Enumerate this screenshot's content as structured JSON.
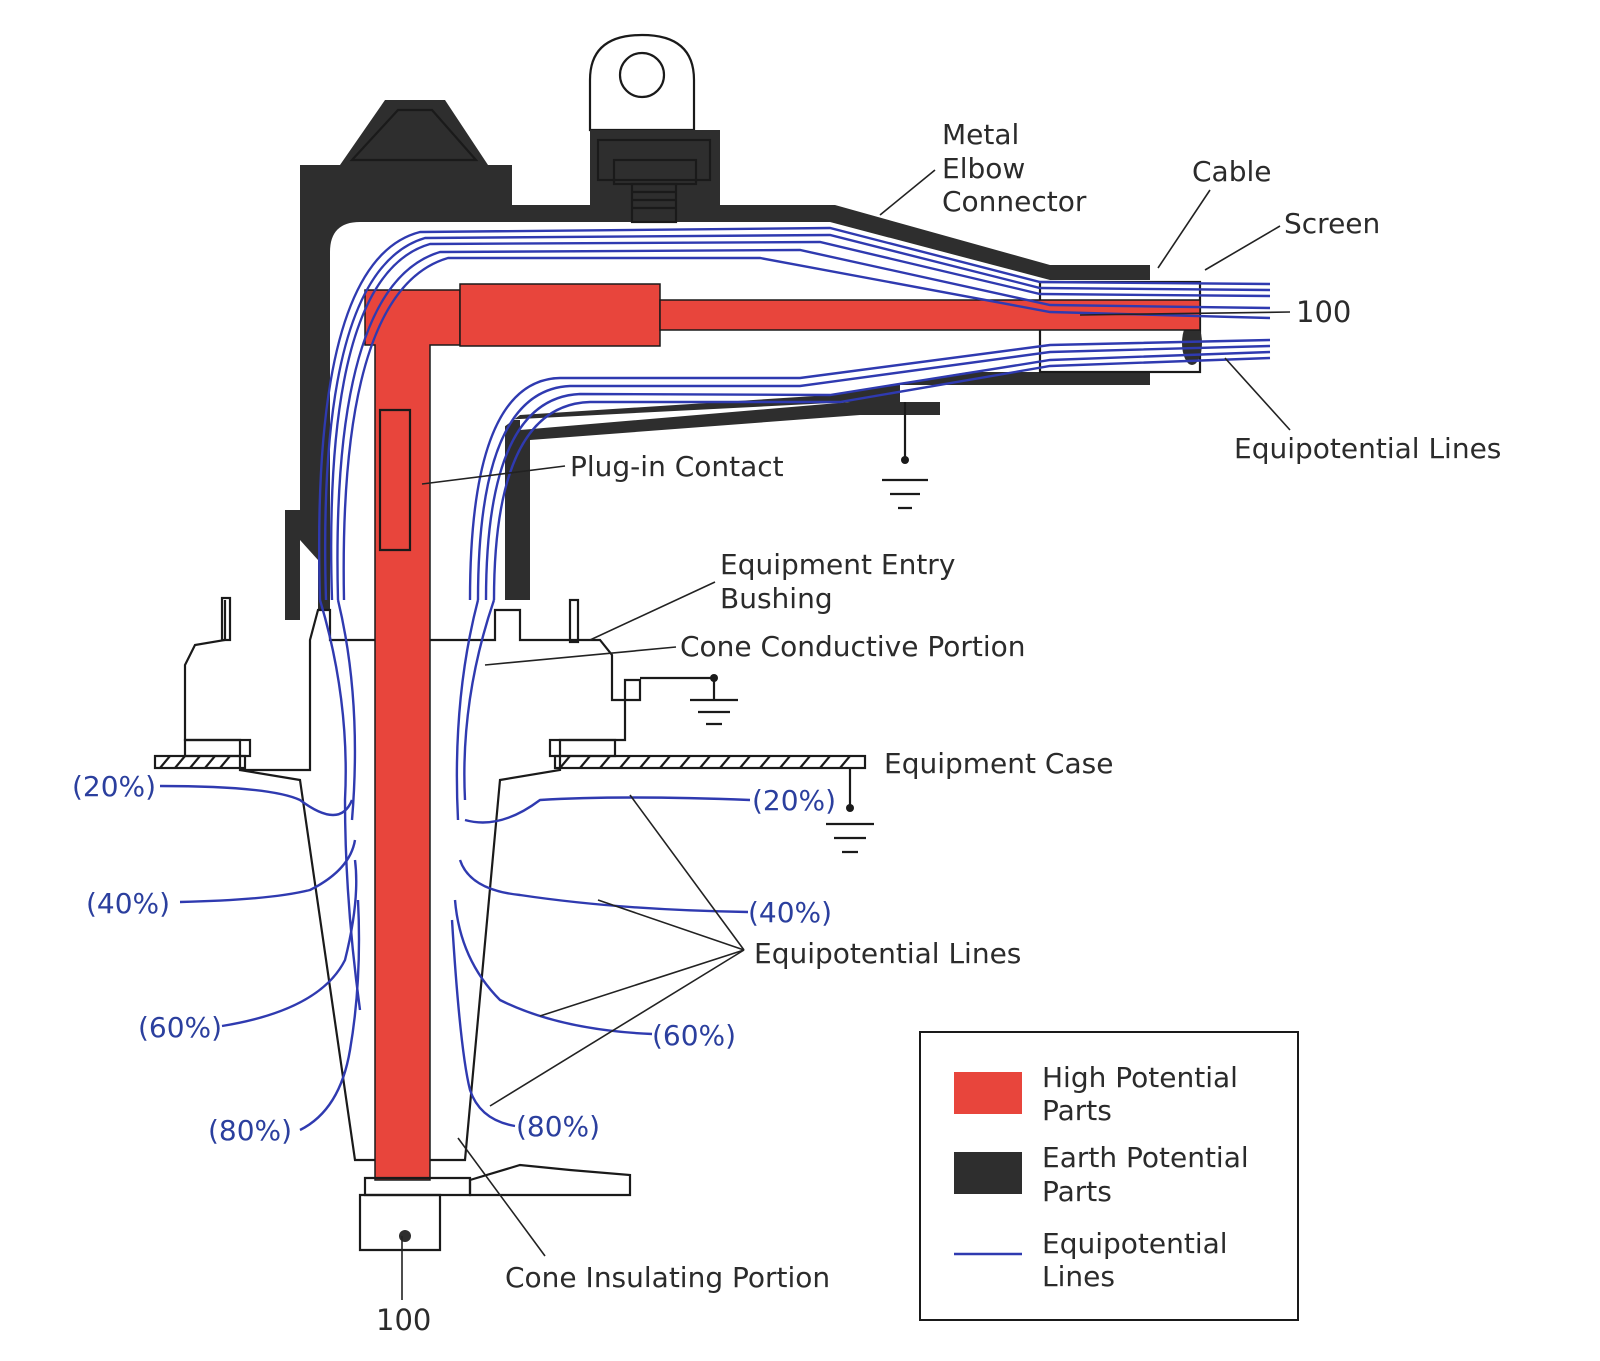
{
  "labels": {
    "metal_elbow_connector": [
      "Metal",
      "Elbow",
      "Connector"
    ],
    "cable": "Cable",
    "screen": "Screen",
    "potential_right": "100",
    "equipotential_lines_right": "Equipotential Lines",
    "plug_in_contact": "Plug-in Contact",
    "equipment_entry_bushing": [
      "Equipment Entry",
      "Bushing"
    ],
    "cone_conductive_portion": "Cone Conductive Portion",
    "equipment_case": "Equipment Case",
    "equipotential_lines_center": "Equipotential Lines",
    "cone_insulating_portion": "Cone Insulating Portion",
    "potential_bottom": "100"
  },
  "percent_labels": {
    "left": [
      "(20%)",
      "(40%)",
      "(60%)",
      "(80%)"
    ],
    "right": [
      "(20%)",
      "(40%)",
      "(60%)",
      "(80%)"
    ]
  },
  "legend": {
    "items": [
      {
        "label": [
          "High Potential",
          "Parts"
        ],
        "swatch": "high"
      },
      {
        "label": [
          "Earth Potential",
          "Parts"
        ],
        "swatch": "earth"
      },
      {
        "label": [
          "Equipotential",
          "Lines"
        ],
        "swatch": "line"
      }
    ]
  },
  "colors": {
    "high_potential": "#e8453c",
    "earth_potential": "#2e2e2e",
    "equipotential_line": "#2f3ab0",
    "outline": "#1a1a1a",
    "background": "#ffffff"
  }
}
